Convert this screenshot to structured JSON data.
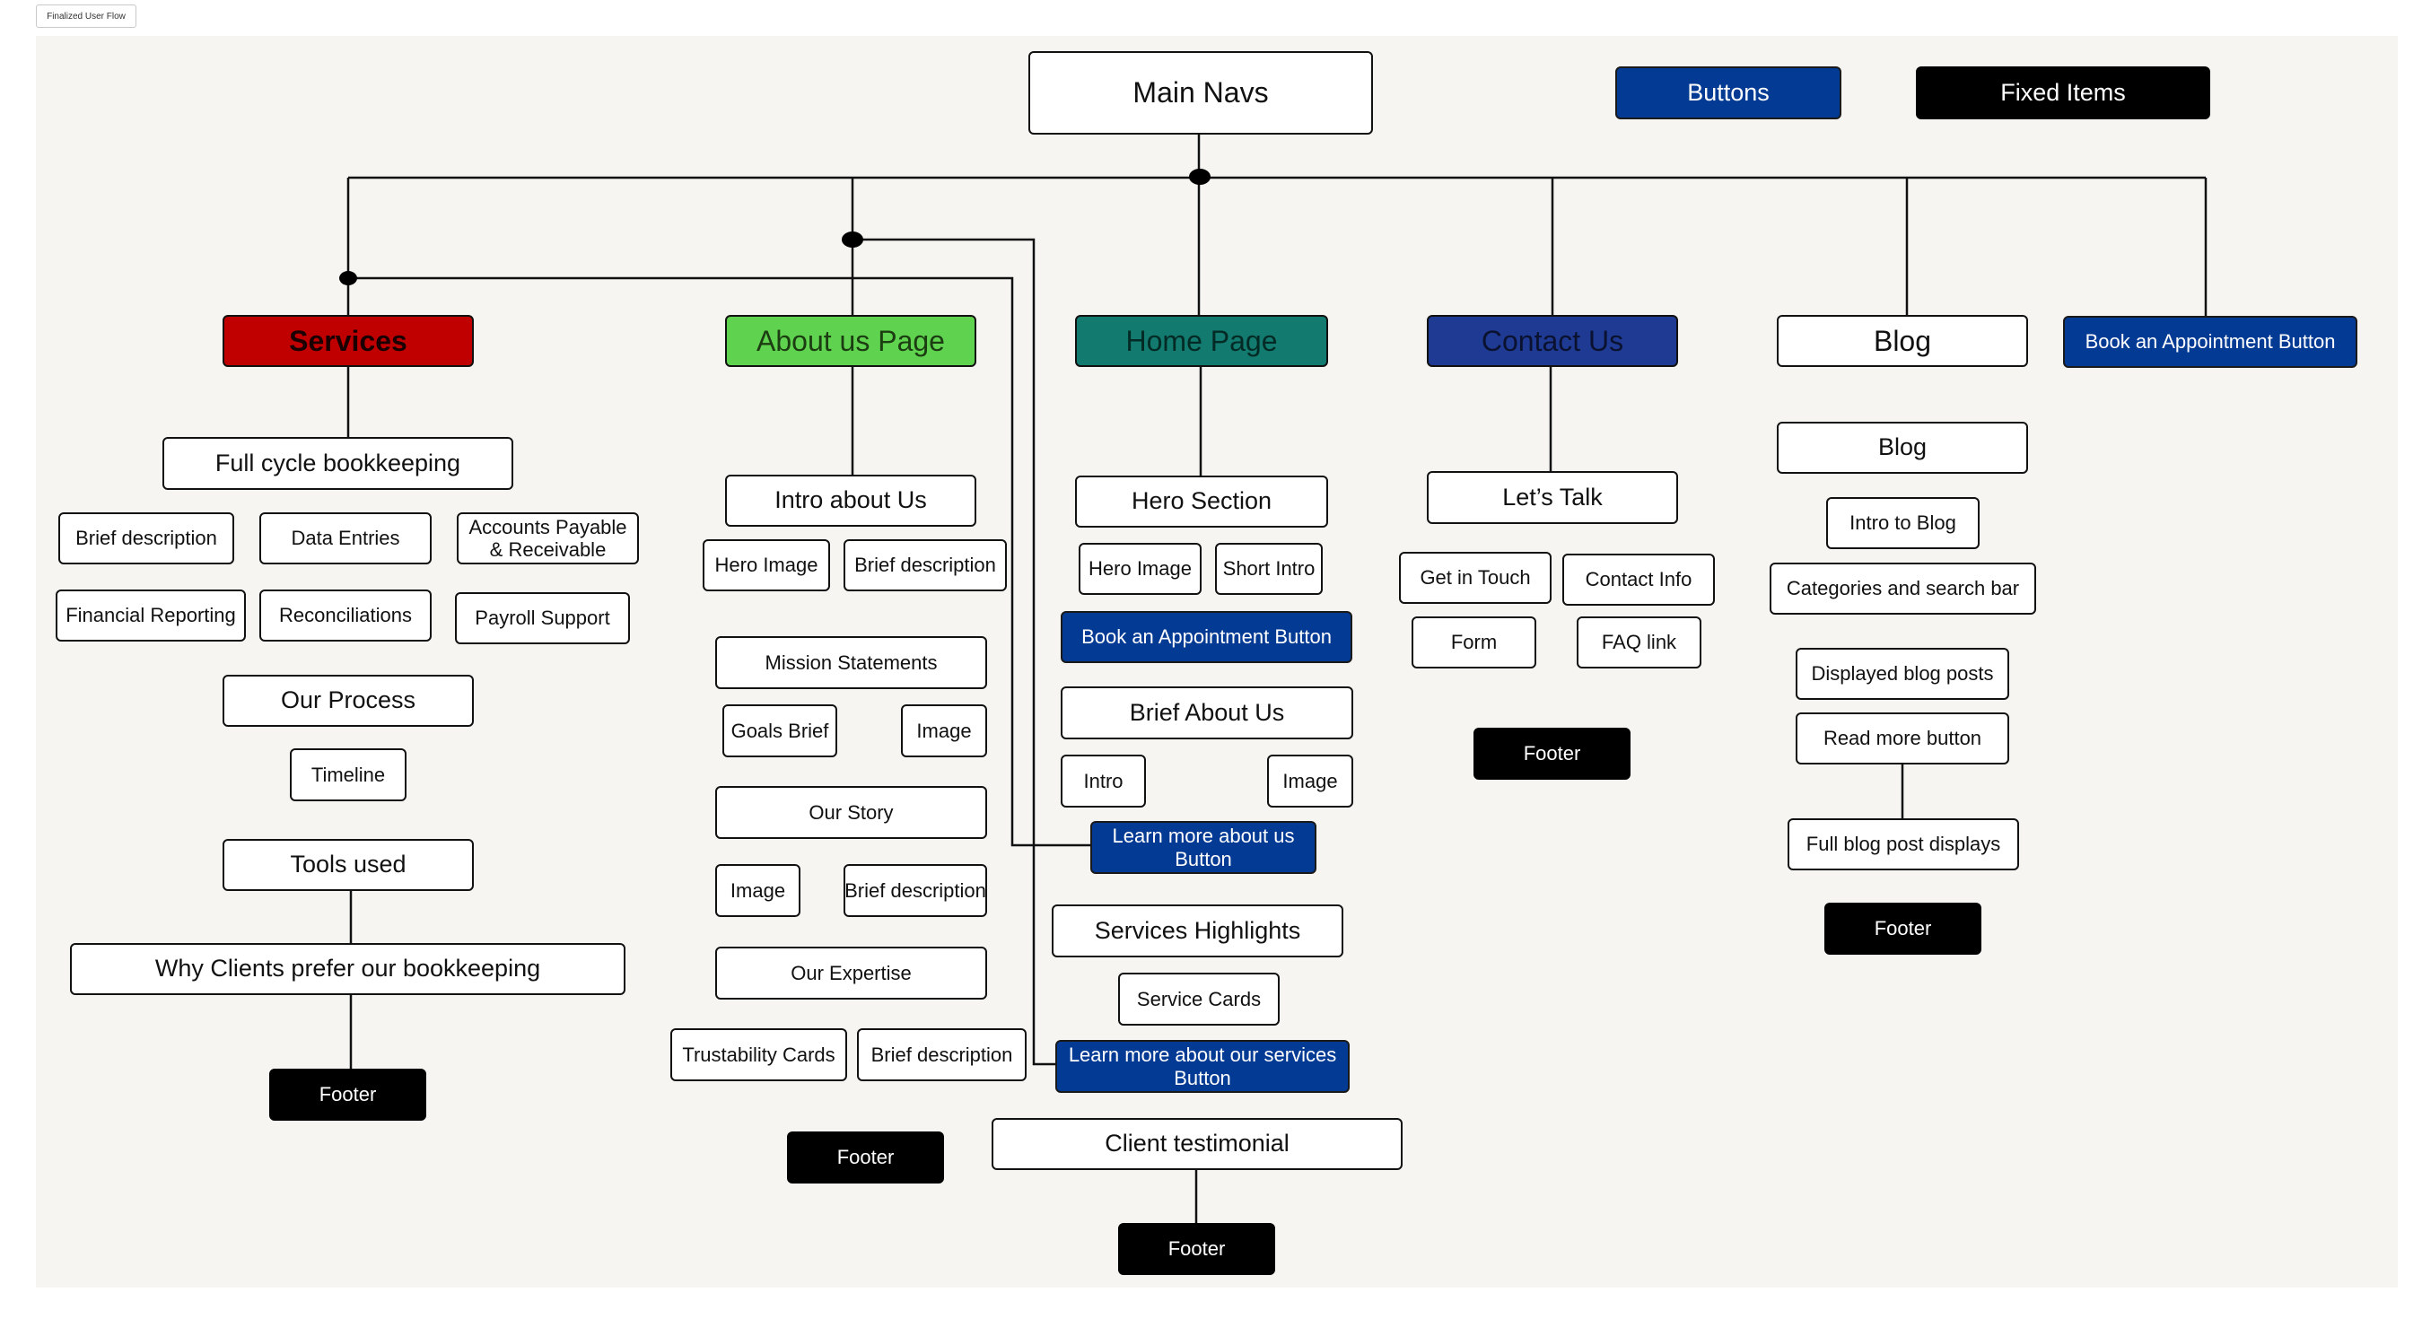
{
  "frame_label": "Finalized User Flow",
  "legend": {
    "buttons": "Buttons",
    "fixed_items": "Fixed Items"
  },
  "main_navs": "Main Navs",
  "services": {
    "title": "Services",
    "full_cycle": "Full cycle bookkeeping",
    "brief_description": "Brief description",
    "data_entries": "Data Entries",
    "accounts": "Accounts Payable & Receivable",
    "financial_reporting": "Financial Reporting",
    "reconciliations": "Reconciliations",
    "payroll_support": "Payroll Support",
    "our_process": "Our Process",
    "timeline": "Timeline",
    "tools_used": "Tools used",
    "why_clients": "Why Clients prefer our bookkeeping",
    "footer": "Footer"
  },
  "about": {
    "title": "About us Page",
    "intro": "Intro about Us",
    "hero_image": "Hero Image",
    "brief_description": "Brief description",
    "mission": "Mission Statements",
    "goals_brief": "Goals Brief",
    "image": "Image",
    "our_story": "Our Story",
    "story_image": "Image",
    "story_brief": "Brief description",
    "our_expertise": "Our Expertise",
    "trustability": "Trustability Cards",
    "expertise_brief": "Brief description",
    "footer": "Footer"
  },
  "home": {
    "title": "Home Page",
    "hero_section": "Hero Section",
    "hero_image": "Hero Image",
    "short_intro": "Short Intro",
    "book_button": "Book an Appointment Button",
    "brief_about": "Brief About Us",
    "intro": "Intro",
    "image": "Image",
    "learn_more_about": "Learn more about us Button",
    "services_highlights": "Services Highlights",
    "service_cards": "Service Cards",
    "learn_more_services": "Learn more about our services Button",
    "client_testimonial": "Client testimonial",
    "footer": "Footer"
  },
  "contact": {
    "title": "Contact Us",
    "lets_talk": "Let’s Talk",
    "get_in_touch": "Get in Touch",
    "contact_info": "Contact Info",
    "form": "Form",
    "faq_link": "FAQ link",
    "footer": "Footer"
  },
  "blog": {
    "title": "Blog",
    "blog": "Blog",
    "intro": "Intro to Blog",
    "categories": "Categories and search bar",
    "displayed_posts": "Displayed blog posts",
    "read_more": "Read more button",
    "full_post": "Full blog post displays",
    "footer": "Footer"
  },
  "book_appointment_nav": "Book an Appointment Button",
  "colors": {
    "services": "#c00000",
    "about": "#5fd34f",
    "home": "#127a6e",
    "contact": "#1f3a93",
    "button": "#033a93",
    "fixed": "#000000",
    "canvas": "#f6f5f2"
  }
}
